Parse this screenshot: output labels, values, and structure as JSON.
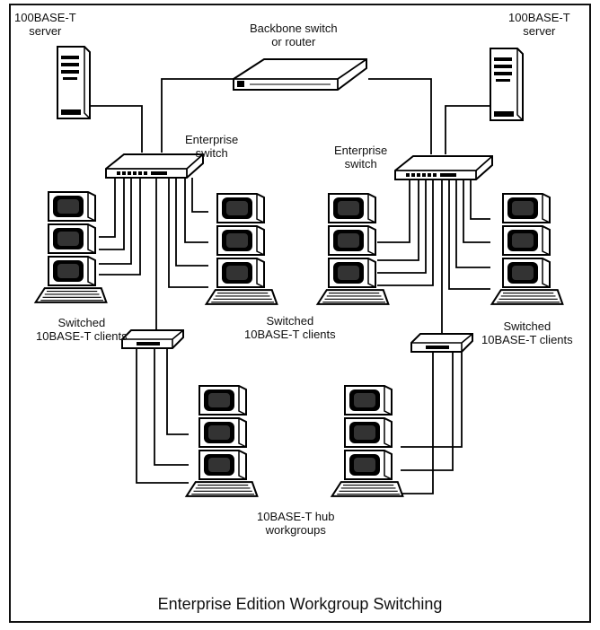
{
  "labels": {
    "server_left": [
      "100BASE-T",
      "server"
    ],
    "server_right": [
      "100BASE-T",
      "server"
    ],
    "backbone": [
      "Backbone switch",
      "or router"
    ],
    "ent_left": [
      "Enterprise",
      "switch"
    ],
    "ent_right": [
      "Enterprise",
      "switch"
    ],
    "clients_left": [
      "Switched",
      "10BASE-T clients"
    ],
    "clients_mid": [
      "Switched",
      "10BASE-T clients"
    ],
    "clients_right": [
      "Switched",
      "10BASE-T clients"
    ],
    "hub_groups": [
      "10BASE-T hub",
      "workgroups"
    ]
  },
  "caption": "Enterprise Edition Workgroup Switching"
}
